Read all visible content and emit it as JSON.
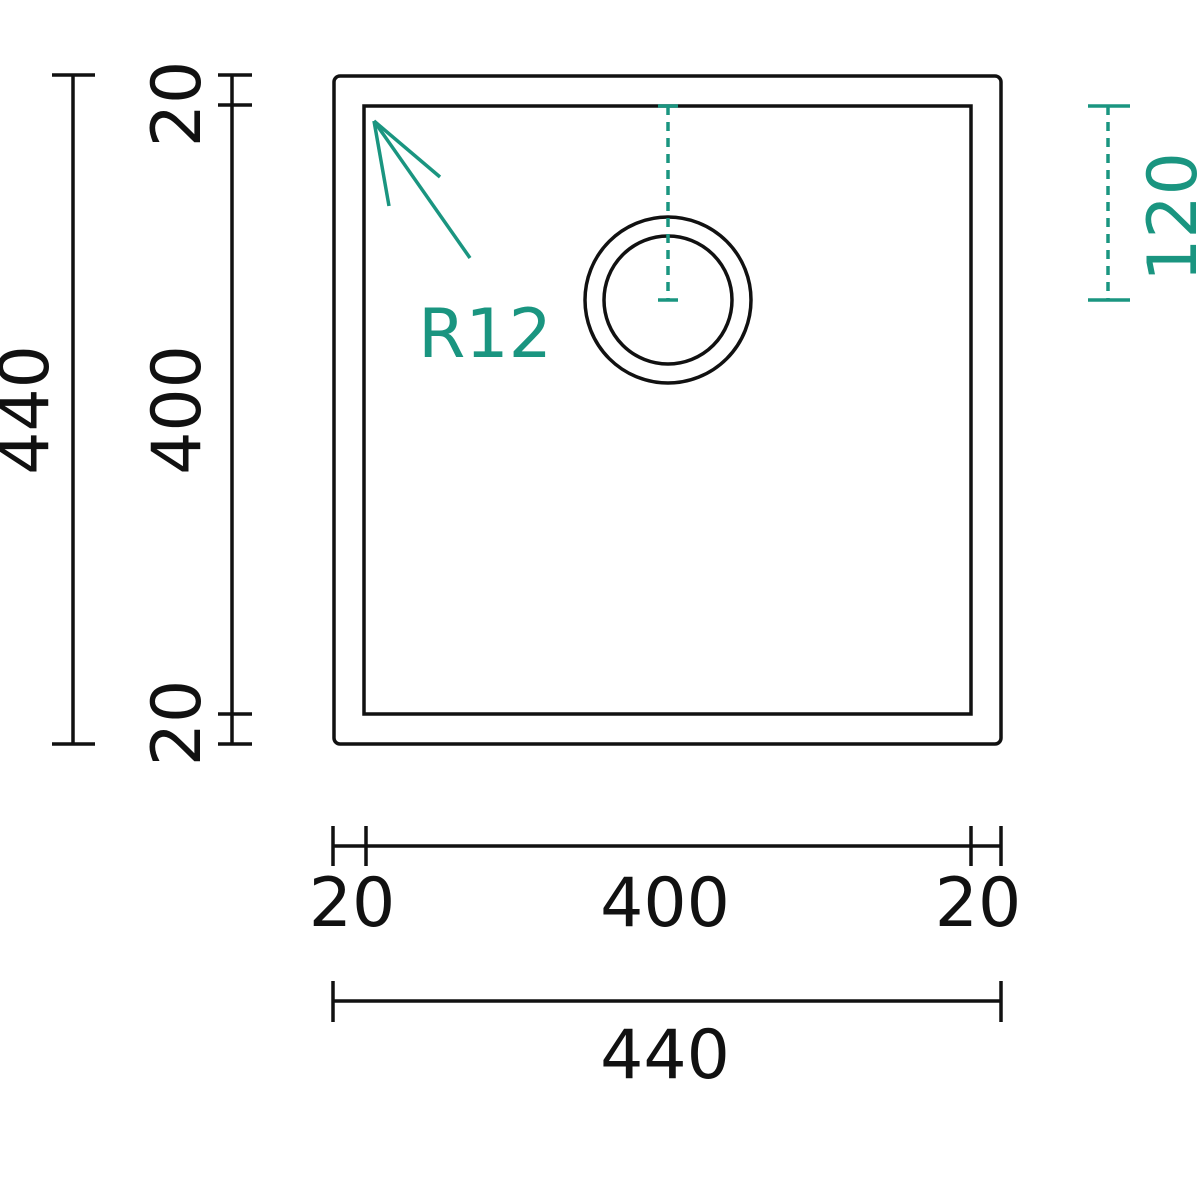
{
  "colors": {
    "line": "#111111",
    "accent": "#1a9580"
  },
  "left_dims": {
    "overall": "440",
    "top_rim": "20",
    "inner": "400",
    "bottom_rim": "20"
  },
  "bottom_dims": {
    "left_rim": "20",
    "inner": "400",
    "right_rim": "20",
    "overall": "440"
  },
  "radius_label": "R12",
  "drain_offset": "120"
}
